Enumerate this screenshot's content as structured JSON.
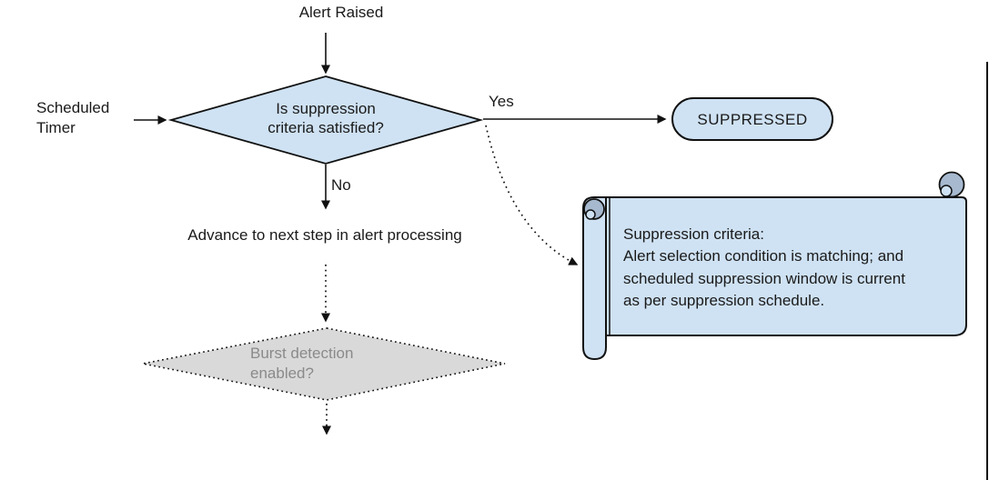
{
  "colors": {
    "node_fill": "#cfe2f3",
    "node_stroke": "#111111",
    "curl_fill": "#a6b9cf",
    "muted_fill": "#d9d9d9",
    "muted_text": "#8a8a8a",
    "text_color": "#1a1a1a",
    "line_color": "#111111"
  },
  "nodes": {
    "start": {
      "label": "Alert Raised"
    },
    "timer": {
      "lines": [
        "Scheduled",
        "Timer"
      ]
    },
    "decision": {
      "lines": [
        "Is suppression",
        "criteria satisfied?"
      ]
    },
    "yes_label": "Yes",
    "no_label": "No",
    "suppressed": {
      "label": "SUPPRESSED"
    },
    "advance": {
      "label": "Advance to next step in alert processing"
    },
    "burst": {
      "lines": [
        "Burst detection",
        "enabled?"
      ]
    },
    "note": {
      "lines": [
        "Suppression criteria:",
        "Alert selection condition is matching; and",
        "scheduled suppression window is current",
        "as per suppression schedule."
      ]
    }
  }
}
